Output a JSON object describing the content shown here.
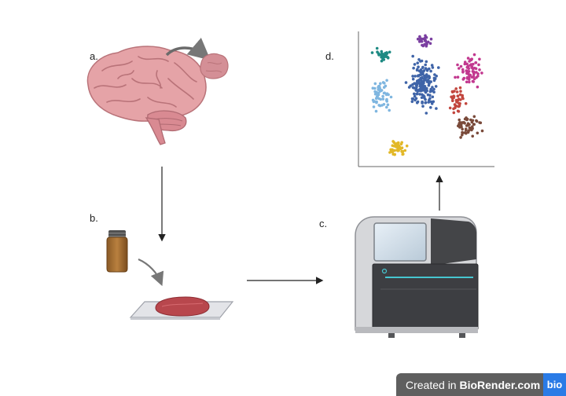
{
  "labels": {
    "a": "a.",
    "b": "b.",
    "c": "c.",
    "d": "d."
  },
  "badge": {
    "prefix": "Created in ",
    "brand": "BioRender.com",
    "logo": "bio"
  },
  "icons": {
    "brain": "brain-icon",
    "tissue_sample": "tissue-sample-icon",
    "reagent_bottle": "reagent-bottle-icon",
    "slide": "tissue-slide-icon",
    "sequencer": "sequencer-icon",
    "plot": "cluster-plot-icon"
  },
  "chart_data": {
    "type": "scatter",
    "title": "",
    "xlabel": "",
    "ylabel": "",
    "grid": false,
    "xlim": [
      0,
      100
    ],
    "ylim": [
      0,
      100
    ],
    "clusters": [
      {
        "color": "#1e8a83",
        "center": [
          18,
          82
        ],
        "spread": [
          5,
          4
        ],
        "n": 30
      },
      {
        "color": "#7a3fa0",
        "center": [
          48,
          93
        ],
        "spread": [
          4,
          3
        ],
        "n": 25
      },
      {
        "color": "#c2388f",
        "center": [
          82,
          71
        ],
        "spread": [
          7,
          8
        ],
        "n": 70
      },
      {
        "color": "#7fb6e0",
        "center": [
          17,
          52
        ],
        "spread": [
          6,
          8
        ],
        "n": 55
      },
      {
        "color": "#3f64a8",
        "center": [
          47,
          60
        ],
        "spread": [
          8,
          14
        ],
        "n": 170
      },
      {
        "color": "#c2463e",
        "center": [
          73,
          49
        ],
        "spread": [
          4,
          8
        ],
        "n": 40
      },
      {
        "color": "#7a4a3a",
        "center": [
          80,
          30
        ],
        "spread": [
          8,
          6
        ],
        "n": 50
      },
      {
        "color": "#e2b828",
        "center": [
          29,
          14
        ],
        "spread": [
          5,
          5
        ],
        "n": 45
      }
    ]
  }
}
